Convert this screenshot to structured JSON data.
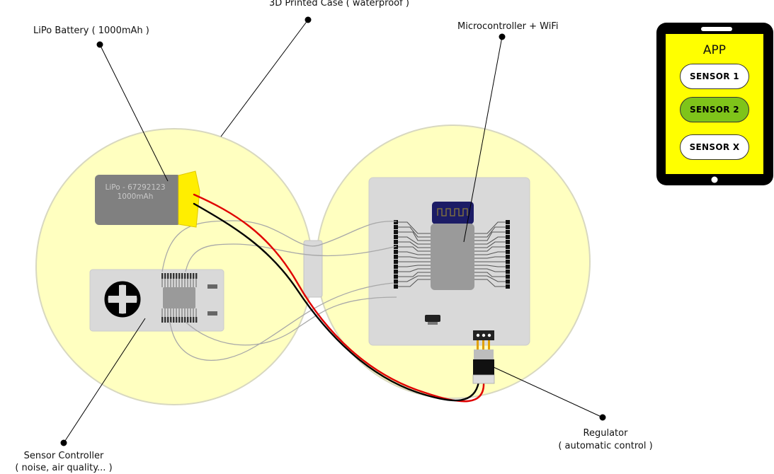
{
  "labels": {
    "case": "3D Printed Case ( waterproof )",
    "battery": "LiPo Battery ( 1000mAh )",
    "microcontroller": "Microcontroller + WiFi",
    "regulator_line1": "Regulator",
    "regulator_line2": "( automatic control )",
    "sensor_line1": "Sensor Controller",
    "sensor_line2": "( noise, air quality... )"
  },
  "battery_print": {
    "line1": "LiPo - 67292123",
    "line2": "1000mAh"
  },
  "app": {
    "title": "APP",
    "buttons": [
      {
        "label": "SENSOR 1",
        "active": false
      },
      {
        "label": "SENSOR 2",
        "active": true
      },
      {
        "label": "SENSOR X",
        "active": false
      }
    ]
  },
  "colors": {
    "case_fill": "#ffffc0",
    "case_stroke": "#d8d8c0",
    "board": "#d9d9d9",
    "app_screen": "#ffff00",
    "active_button": "#7fc41a",
    "wire_red": "#e00000",
    "wire_black": "#000000"
  }
}
